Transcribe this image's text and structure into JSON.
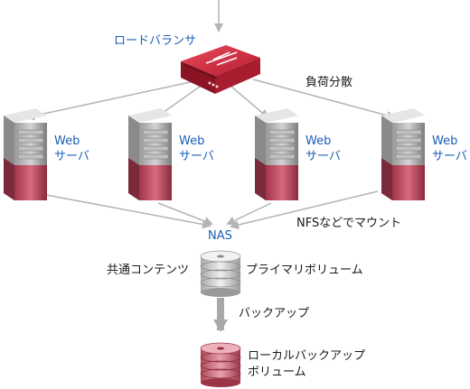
{
  "labels": {
    "load_balancer": "ロードバランサ",
    "load_distribution": "負荷分散",
    "server_line1": "Web",
    "server_line2": "サーバ",
    "nas": "NAS",
    "nfs_mount": "NFSなどでマウント",
    "shared_contents": "共通コンテンツ",
    "primary_volume": "プライマリボリューム",
    "backup": "バックアップ",
    "local_backup_line1": "ローカルバックアップ",
    "local_backup_line2": "ボリューム"
  },
  "colors": {
    "label_blue": "#1a5fb4",
    "accent_red": "#c8283c",
    "arrow_gray": "#b4b4b4"
  },
  "icons": [
    "load-balancer-icon",
    "server-icon",
    "primary-disk-icon",
    "backup-disk-icon"
  ]
}
